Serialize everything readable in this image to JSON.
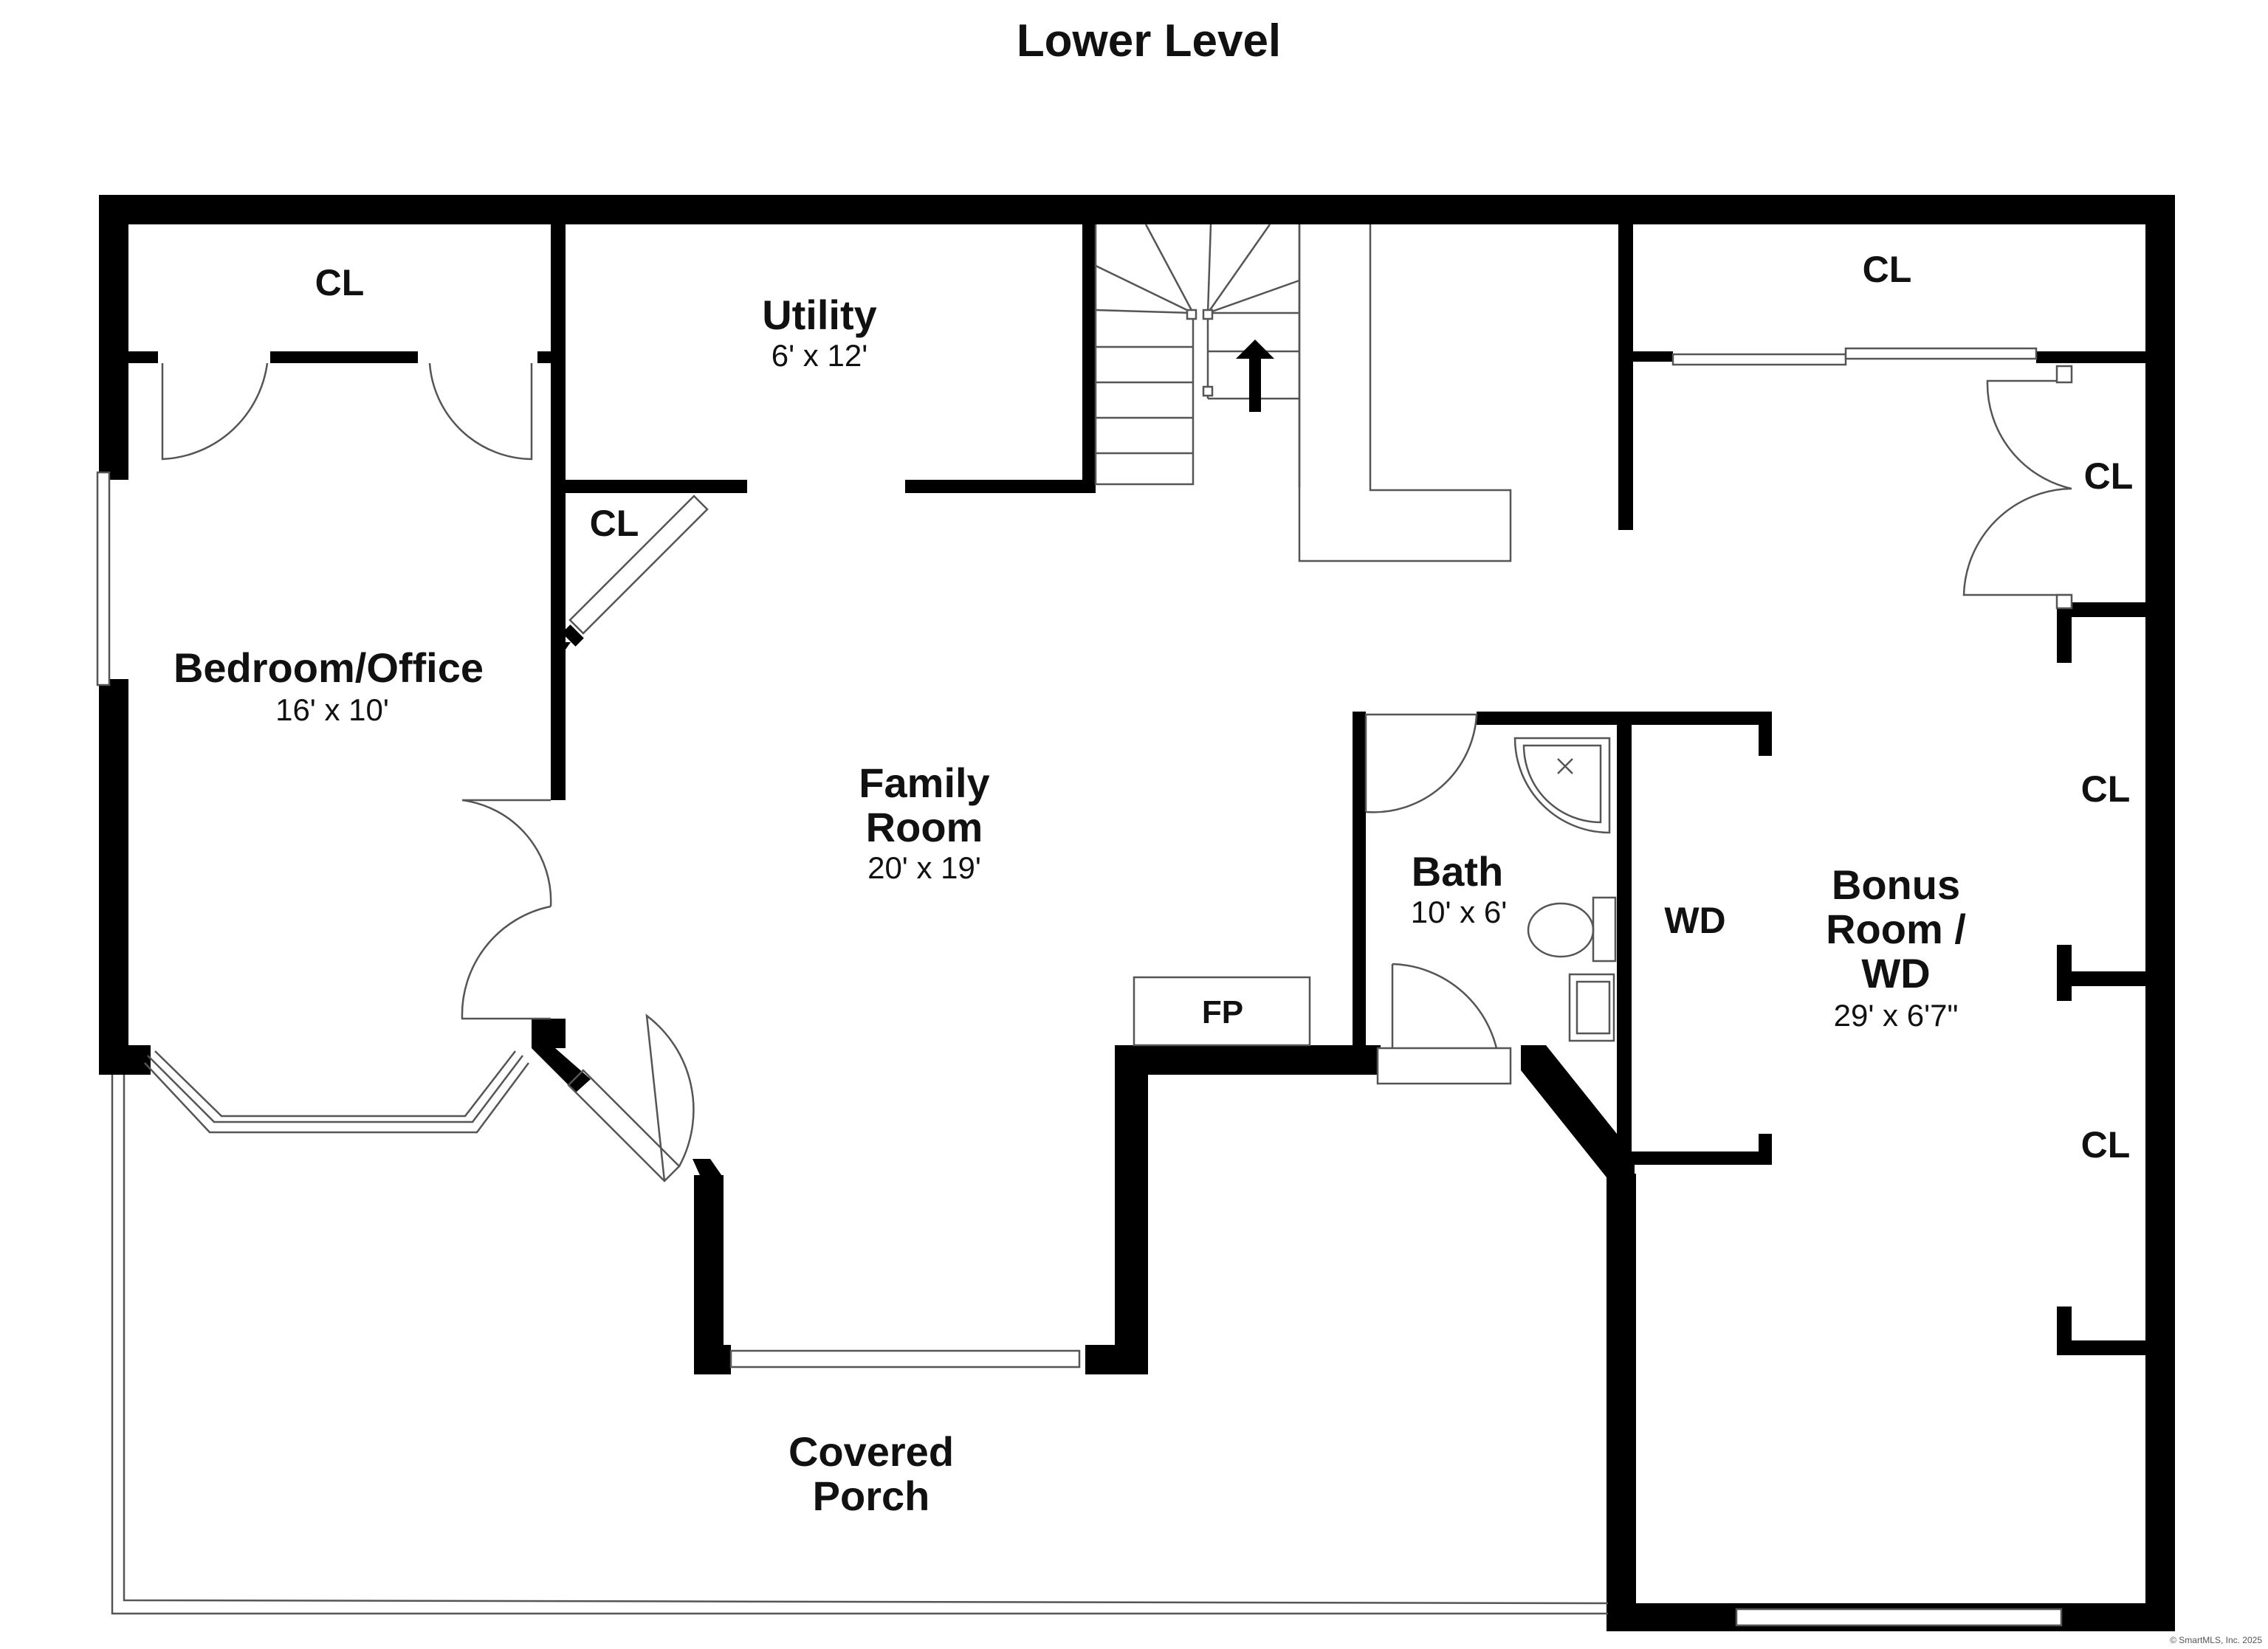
{
  "title": "Lower Level",
  "rooms": {
    "bedroom": {
      "name": "Bedroom/Office",
      "dims": "16' x 10'"
    },
    "utility": {
      "name": "Utility",
      "dims": "6' x 12'"
    },
    "family": {
      "name1": "Family",
      "name2": "Room",
      "dims": "20' x 19'"
    },
    "bath": {
      "name": "Bath",
      "dims": "10' x 6'"
    },
    "bonus": {
      "name1": "Bonus",
      "name2": "Room /",
      "name3": "WD",
      "dims": "29' x 6'7\""
    },
    "porch": {
      "name1": "Covered",
      "name2": "Porch"
    }
  },
  "labels": {
    "closet": "CL",
    "washer_dryer": "WD",
    "fireplace": "FP"
  },
  "copyright": "© SmartMLS, Inc. 2025"
}
